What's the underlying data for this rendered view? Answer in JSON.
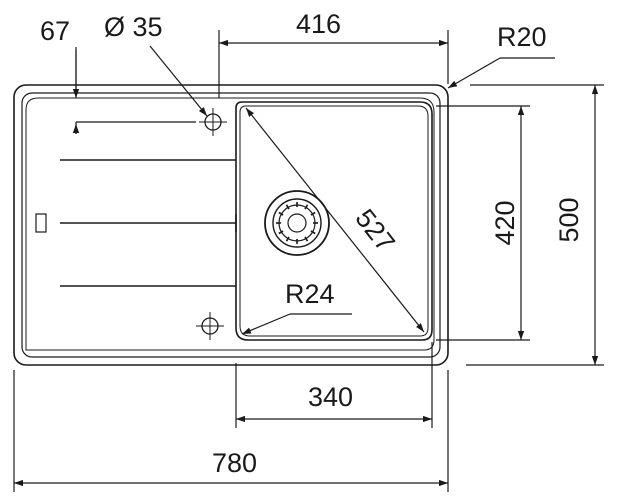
{
  "drawing": {
    "dimensions": {
      "overall_width": "780",
      "overall_height": "500",
      "bowl_width": "416",
      "bowl_height": "420",
      "bowl_diagonal": "527",
      "bottom_width": "340",
      "hole_offset": "67",
      "hole_diameter": "Ø 35",
      "corner_radius_outer": "R20",
      "corner_radius_inner": "R24"
    },
    "icons": {
      "drain": "drain-strainer-icon",
      "tap_hole": "tap-hole-icon"
    }
  }
}
